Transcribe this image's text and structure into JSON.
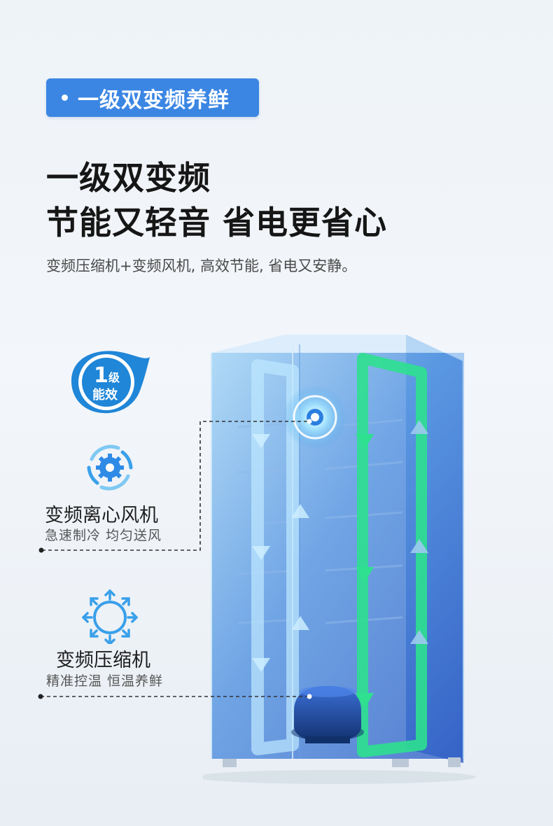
{
  "badge": {
    "text": "一级双变频养鲜"
  },
  "headline": {
    "line1": "一级双变频",
    "line2": "节能又轻音 省电更省心"
  },
  "subline": "变频压缩机+变频风机, 高效节能, 省电又安静。",
  "energy_badge": {
    "level": "1",
    "level_unit": "级",
    "label": "能效"
  },
  "features": [
    {
      "title": "变频离心风机",
      "subtitle": "急速制冷 均匀送风",
      "icon": "centrifugal-fan-icon"
    },
    {
      "title": "变频压缩机",
      "subtitle": "精准控温 恒温养鲜",
      "icon": "compressor-icon"
    }
  ],
  "colors": {
    "accent": "#3b86e3",
    "fridge_blue": "#3f78d6",
    "airflow_blue": "#8fd0f5",
    "airflow_green": "#2ee08f"
  }
}
